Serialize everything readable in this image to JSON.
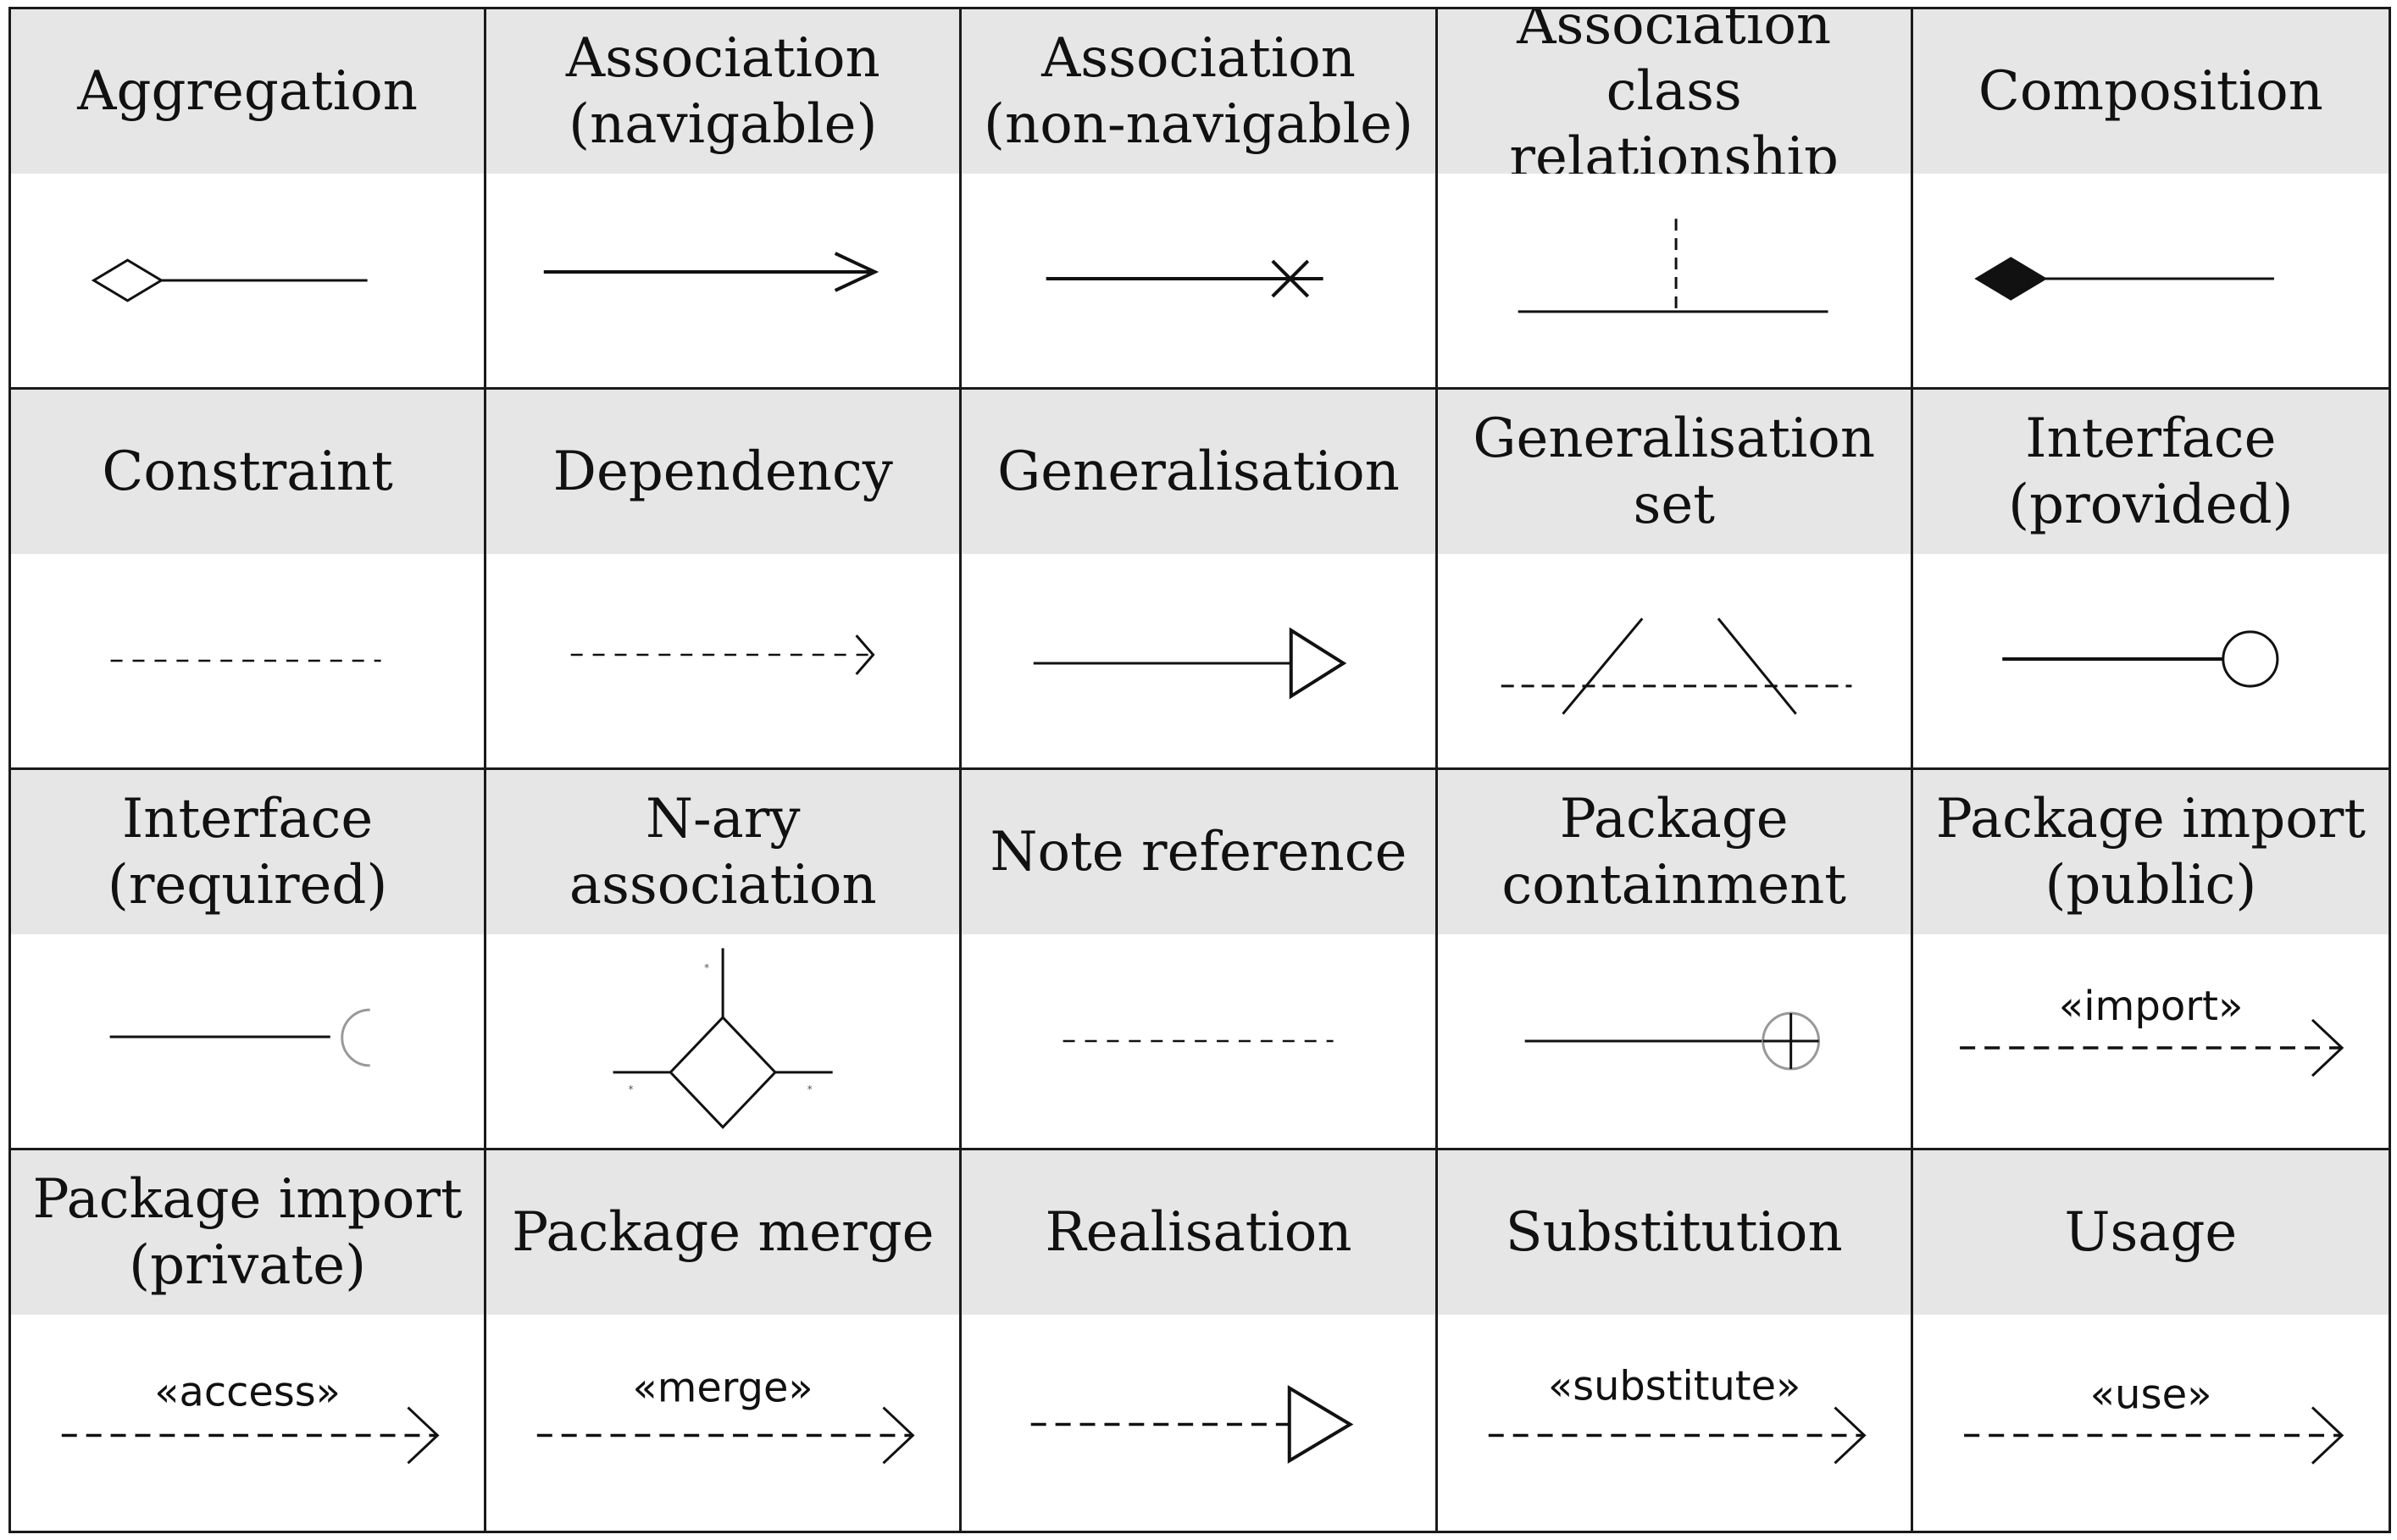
{
  "cells": [
    {
      "id": "aggregation",
      "label": "Aggregation"
    },
    {
      "id": "association-navigable",
      "label": "Association\n(navigable)"
    },
    {
      "id": "association-non-navigable",
      "label": "Association\n(non-navigable)"
    },
    {
      "id": "association-class-relationship",
      "label": "Association class\nrelationship"
    },
    {
      "id": "composition",
      "label": "Composition"
    },
    {
      "id": "constraint",
      "label": "Constraint"
    },
    {
      "id": "dependency",
      "label": "Dependency"
    },
    {
      "id": "generalisation",
      "label": "Generalisation"
    },
    {
      "id": "generalisation-set",
      "label": "Generalisation\nset"
    },
    {
      "id": "interface-provided",
      "label": "Interface\n(provided)"
    },
    {
      "id": "interface-required",
      "label": "Interface\n(required)"
    },
    {
      "id": "n-ary-association",
      "label": "N-ary association"
    },
    {
      "id": "note-reference",
      "label": "Note reference"
    },
    {
      "id": "package-containment",
      "label": "Package\ncontainment"
    },
    {
      "id": "package-import-public",
      "label": "Package import\n(public)",
      "stereotype": "«import»"
    },
    {
      "id": "package-import-private",
      "label": "Package import\n(private)",
      "stereotype": "«access»"
    },
    {
      "id": "package-merge",
      "label": "Package merge",
      "stereotype": "«merge»"
    },
    {
      "id": "realisation",
      "label": "Realisation"
    },
    {
      "id": "substitution",
      "label": "Substitution",
      "stereotype": "«substitute»"
    },
    {
      "id": "usage",
      "label": "Usage",
      "stereotype": "«use»"
    }
  ],
  "colors": {
    "header_bg": "#e6e6e6",
    "line": "#111111",
    "border": "#1a1a1a"
  }
}
